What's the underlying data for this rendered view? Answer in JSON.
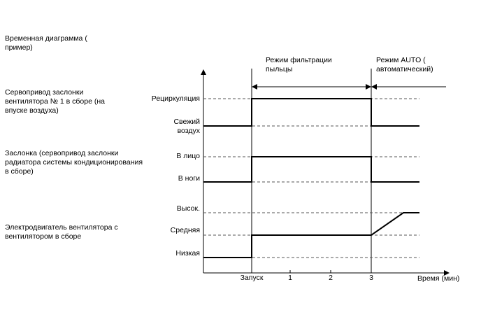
{
  "title": "Временная диаграмма (\nпример)",
  "modes": {
    "pollen": "Режим фильтрации\nпыльцы",
    "auto": "Режим AUTO (\nавтоматический)"
  },
  "rows": [
    {
      "label": "Сервопривод заслонки\nвентилятора № 1 в сборе (на\nвпуске воздуха)",
      "levels": [
        "Рециркуляция",
        "Свежий\nвоздух"
      ]
    },
    {
      "label": "Заслонка (сервопривод заслонки\nрадиатора системы кондиционирования\nв сборе)",
      "levels": [
        "В лицо",
        "В ноги"
      ]
    },
    {
      "label": "Электродвигатель вентилятора с\nвентилятором в сборе",
      "levels": [
        "Высок.",
        "Средняя",
        "Низкая"
      ]
    }
  ],
  "axis": {
    "ticks": [
      "Запуск",
      "1",
      "2",
      "3"
    ],
    "xlabel": "Время (мин)"
  },
  "chart_data": {
    "type": "line",
    "x": [
      "Запуск",
      "1",
      "2",
      "3"
    ],
    "series": [
      {
        "states": [
          "Свежий воздух",
          "Рециркуляция",
          "Свежий воздух"
        ],
        "transitions_at": [
          "Запуск",
          "3"
        ]
      },
      {
        "states": [
          "В ноги",
          "В лицо",
          "В ноги"
        ],
        "transitions_at": [
          "Запуск",
          "3"
        ]
      },
      {
        "states": [
          "Низкая",
          "Средняя",
          "Высок."
        ],
        "transitions_at": [
          "Запуск",
          "3"
        ]
      }
    ]
  }
}
